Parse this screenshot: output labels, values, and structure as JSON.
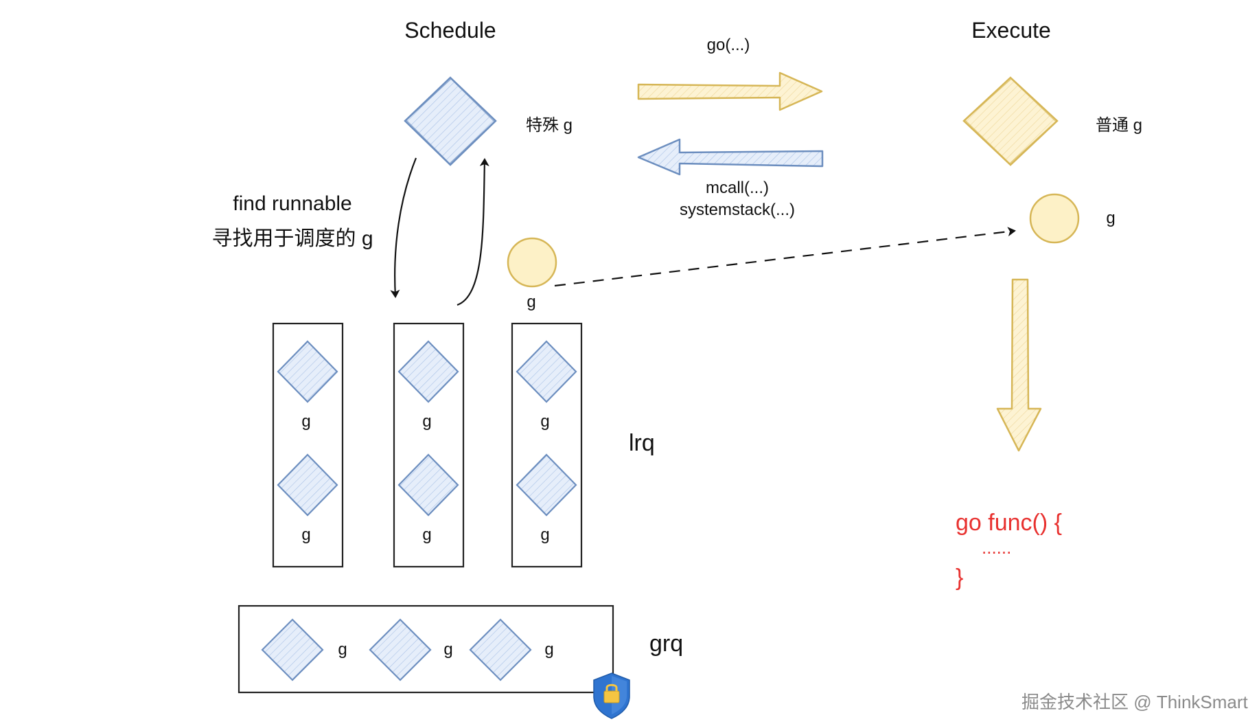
{
  "schedule_title": "Schedule",
  "execute_title": "Execute",
  "special_g_label": "特殊 g",
  "normal_g_label": "普通 g",
  "go_call_label": "go(...)",
  "mcall_label": "mcall(...)",
  "systemstack_label": "systemstack(...)",
  "find_runnable": {
    "line1": "find runnable",
    "line2": "寻找用于调度的 g"
  },
  "moving_g_label": "g",
  "executing_g_label": "g",
  "lrq": {
    "label": "lrq",
    "queues": [
      {
        "items": [
          "g",
          "g"
        ]
      },
      {
        "items": [
          "g",
          "g"
        ]
      },
      {
        "items": [
          "g",
          "g"
        ]
      }
    ]
  },
  "grq": {
    "label": "grq",
    "items": [
      "g",
      "g",
      "g"
    ],
    "lock_icon": "lock-shield-icon"
  },
  "code": {
    "line1": "go func() {",
    "line2": "......",
    "line3": "}"
  },
  "watermark": "掘金技术社区 @ ThinkSmart",
  "colors": {
    "blue_fill": "#dce8f8",
    "blue_stroke": "#6c8ebf",
    "yellow_fill": "#fdf1c7",
    "yellow_stroke": "#d6b656",
    "code_red": "#e8312f"
  }
}
